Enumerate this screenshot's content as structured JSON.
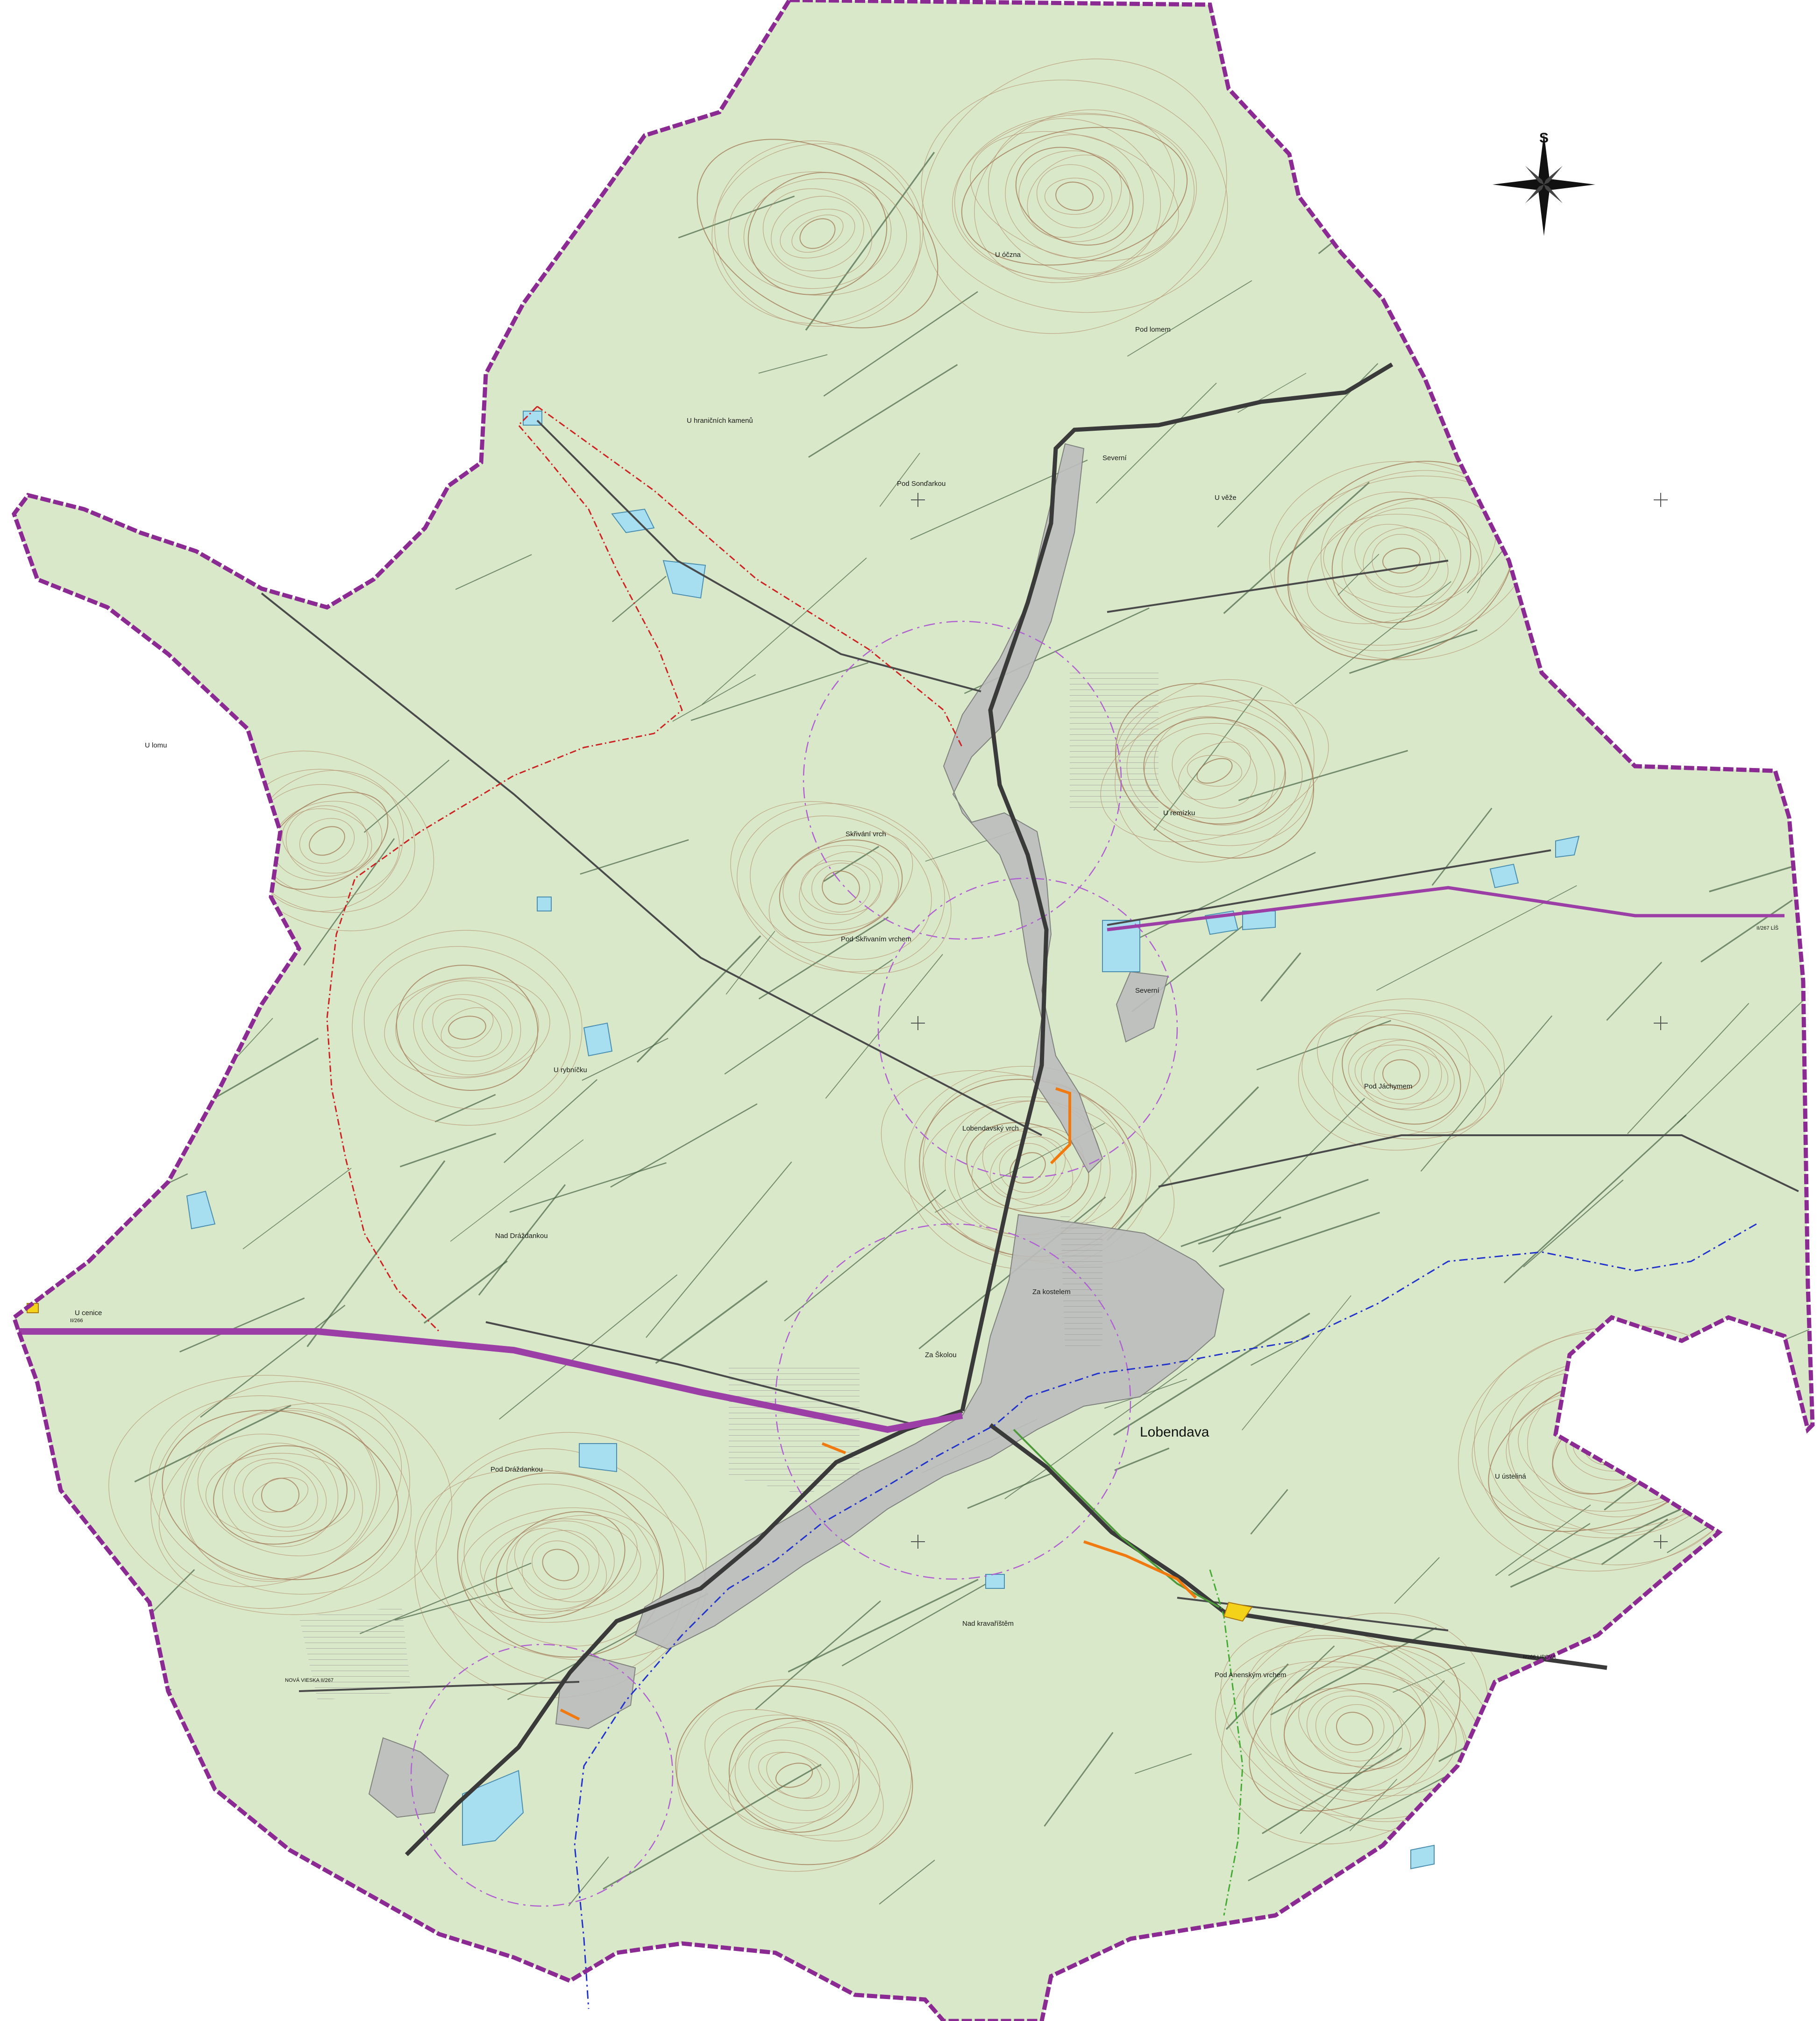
{
  "map": {
    "town_label": "Lobendava",
    "compass_letter": "S",
    "place_labels": [
      "U óčzna",
      "Pod lomem",
      "U hraničních kamenů",
      "Pod Sonďarkou",
      "Severní",
      "U věže",
      "U lomu",
      "Skřivání vrch",
      "U remízku",
      "Pod Skřivaním vrchem",
      "Severní",
      "Pod Jáchymem",
      "U rybníčku",
      "Lobendavský vrch",
      "Nad Dráždankou",
      "U cenice",
      "Za kostelem",
      "Za Školou",
      "Pod Dráždankou",
      "U ústeliná",
      "Nad kravaříštěm",
      "Pod Anenským vrchem"
    ],
    "road_labels": [
      "II/267 LÍŠ",
      "II/266",
      "II/266 LIPOVÁ",
      "NOVÁ VIESKA II/267"
    ],
    "colors": {
      "land": "#d9e8c8",
      "forest_line": "#3d5a3d",
      "contour": "#b08a6a",
      "boundary": "#8a2a92",
      "main_road": "#9b3ea6",
      "road": "#4a4a4a",
      "built_area": "#bdbdbd",
      "water": "#a8dff0",
      "stream": "#2233cc",
      "trail": "#cc2222",
      "green_trail": "#44aa33",
      "circle": "#b060d0",
      "orange": "#f07a10"
    }
  }
}
